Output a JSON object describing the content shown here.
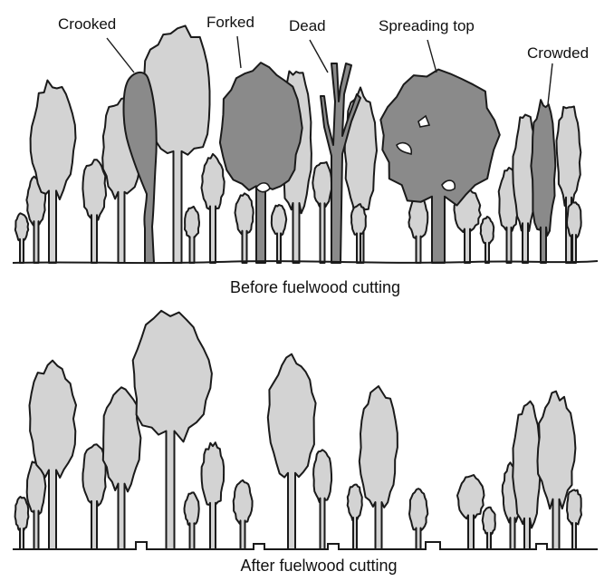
{
  "colors": {
    "healthy_tree": "#d3d3d3",
    "removed_tree": "#8a8a8a",
    "outline": "#1a1a1a"
  },
  "labels": {
    "crooked": "Crooked",
    "forked": "Forked",
    "dead": "Dead",
    "spreading_top": "Spreading top",
    "crowded": "Crowded"
  },
  "captions": {
    "before": "Before fuelwood cutting",
    "after": "After fuelwood cutting"
  }
}
